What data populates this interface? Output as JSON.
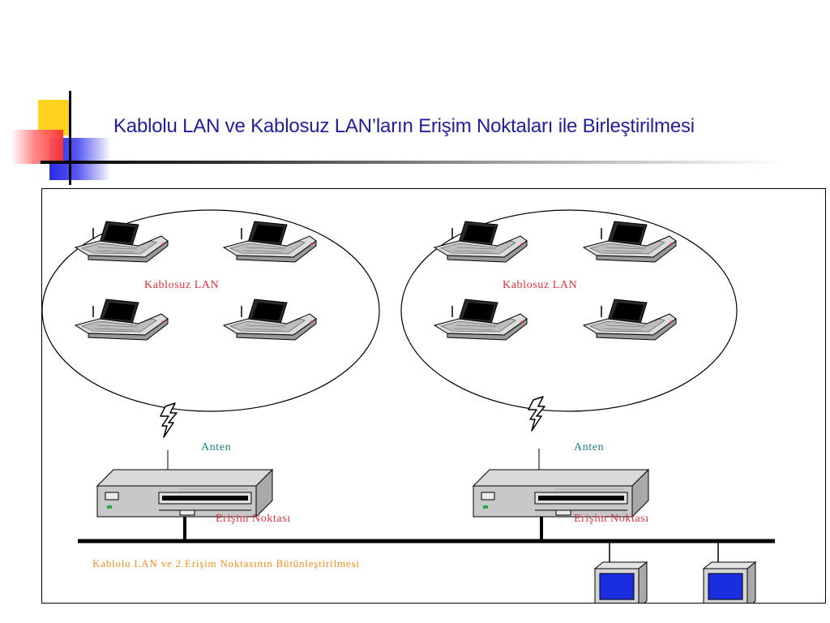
{
  "slide": {
    "title": "Kablolu LAN ve Kablosuz LAN’ların Erişim Noktaları ile Birleştirilmesi"
  },
  "diagram": {
    "cells": [
      {
        "wireless_label": "Kablosuz LAN",
        "antenna_label": "Anten",
        "access_point_label": "Erişim Noktası"
      },
      {
        "wireless_label": "Kablosuz LAN",
        "antenna_label": "Anten",
        "access_point_label": "Erişim Noktası"
      }
    ],
    "caption": "Kablolu LAN ve 2 Erişim Noktasının Bütünleştirilmesi"
  },
  "colors": {
    "title": "#1f1f9e",
    "wireless_label": "#e0303a",
    "antenna_label": "#1e7f86",
    "caption": "#f08c1e",
    "desktop_screen": "#1a2ee0"
  },
  "icons": {
    "laptop": "laptop-icon",
    "access_point": "access-point-icon",
    "desktop": "desktop-computer-icon",
    "signal": "lightning-signal-icon"
  }
}
